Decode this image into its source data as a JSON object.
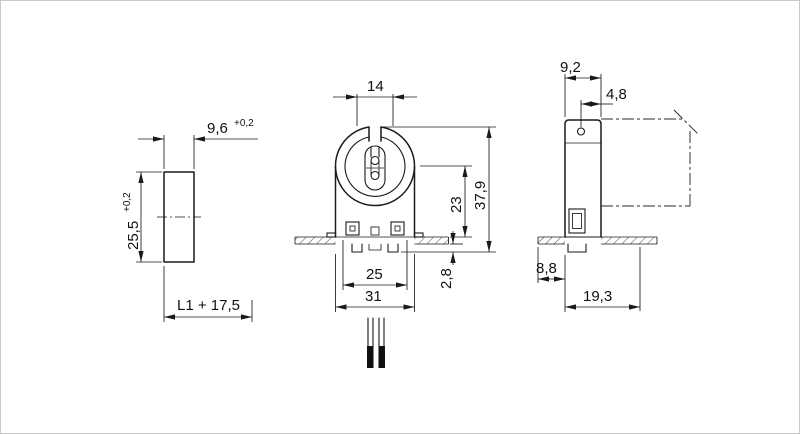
{
  "drawing": {
    "title": "lampholder-three-view-dimension-drawing",
    "colors": {
      "line": "#1a1a1a",
      "background": "#ffffff"
    },
    "left_view": {
      "width": {
        "value": "9,6",
        "tolerance": "+0,2"
      },
      "height": {
        "value": "25,5",
        "tolerance": "+0,2"
      },
      "mounting_length": "L1 + 17,5"
    },
    "front_view": {
      "slot_width": "14",
      "terminal_span": "25",
      "body_width": "31",
      "axis_height": "23",
      "overall_height": "37,9",
      "snap_protrusion": "2,8"
    },
    "side_view": {
      "head_depth": "9,2",
      "hole_offset": "4,8",
      "rear_depth": "8,8",
      "overall_depth": "19,3"
    }
  }
}
